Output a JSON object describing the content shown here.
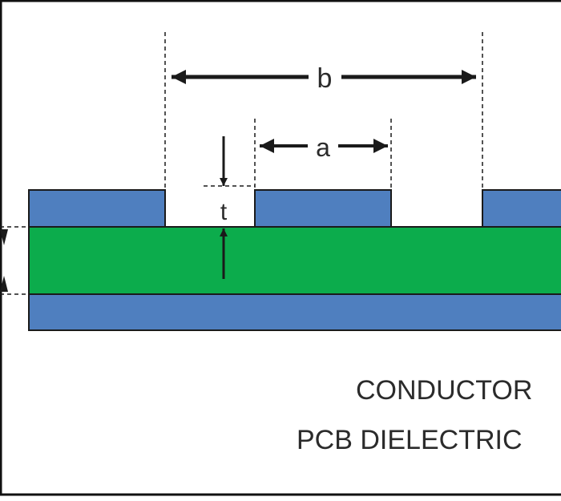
{
  "labels": {
    "b": "b",
    "a": "a",
    "t": "t",
    "conductor": "CONDUCTOR",
    "dielectric": "PCB DIELECTRIC"
  },
  "colors": {
    "conductor": "#4f7fbf",
    "dielectric": "#0cac4c",
    "outline": "#1a1a1a",
    "dimension": "#1a1a1a",
    "legend_text": "#2b2b2b",
    "background": "#ffffff"
  }
}
